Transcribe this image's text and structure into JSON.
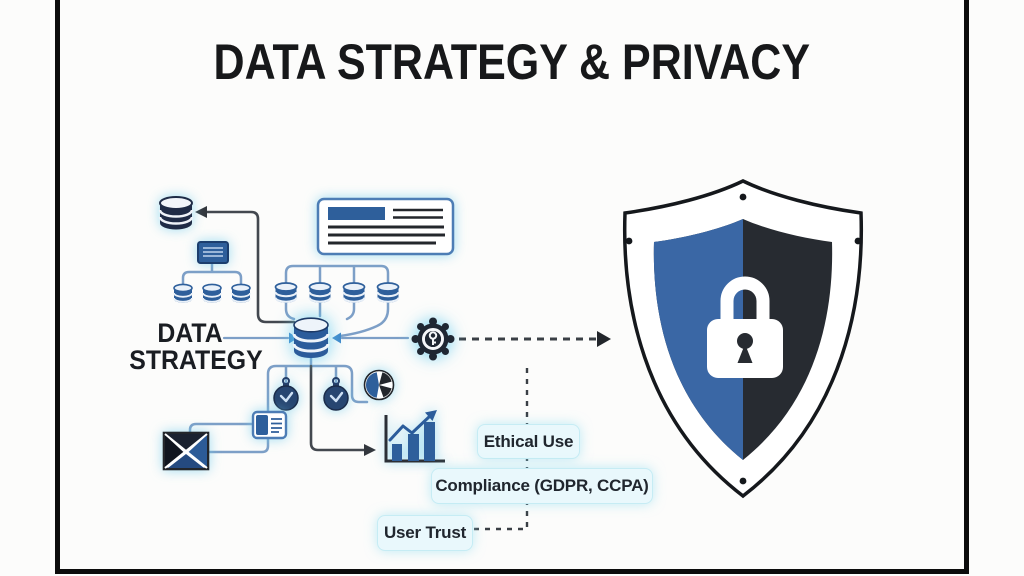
{
  "title": "DATA STRATEGY & PRIVACY",
  "diagram": {
    "strategy_label": "DATA\nSTRATEGY",
    "icons": [
      "database-icon",
      "server-node-icon",
      "document-panel-icon",
      "central-database-icon",
      "gear-key-icon",
      "stopwatch-icon",
      "pie-chart-icon",
      "id-card-icon",
      "envelope-icon",
      "bar-chart-growth-icon",
      "shield-icon",
      "padlock-icon"
    ]
  },
  "badges": [
    {
      "label": "Ethical Use"
    },
    {
      "label": "Compliance (GDPR, CCPA)"
    },
    {
      "label": "User Trust"
    }
  ],
  "colors": {
    "accent_blue": "#2e5f9b",
    "connector_blue": "#7d9fc7",
    "connector_dark": "#43484f",
    "shield_blue": "#3a67a5",
    "shield_dark": "#272b31",
    "badge_bg": "#e9f8fc",
    "badge_border": "#c6ecf4",
    "frame_black": "#0c0c0c"
  }
}
